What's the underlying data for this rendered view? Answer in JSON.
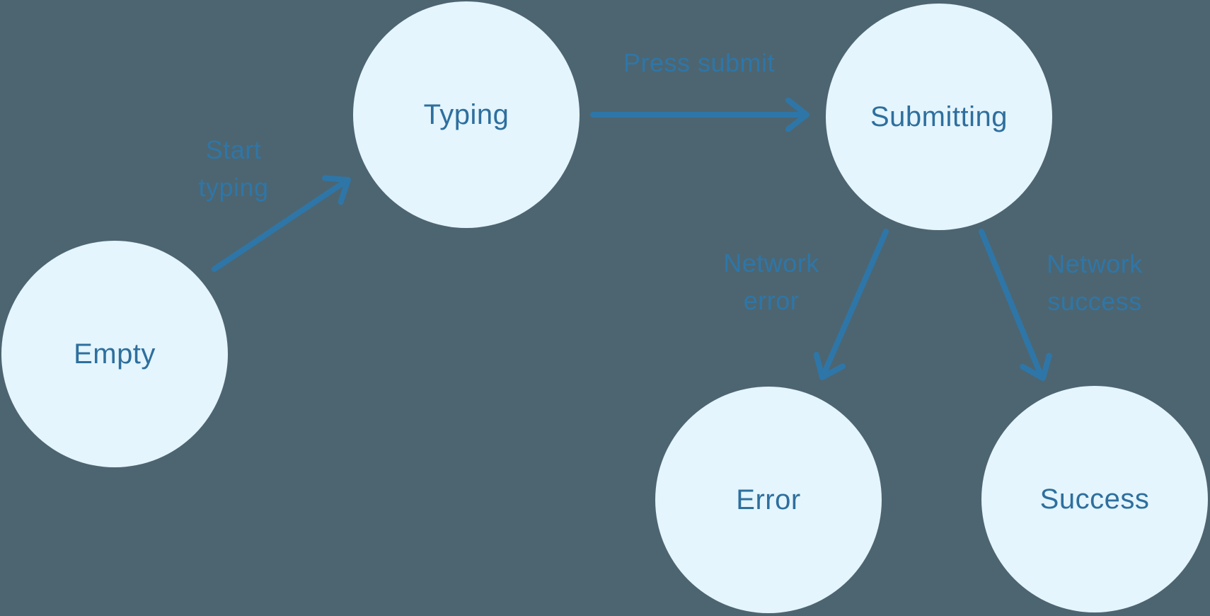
{
  "colors": {
    "background": "#4D6570",
    "node_fill": "#E4F5FE",
    "node_text": "#2E6F9D",
    "arrow": "#2E76A8"
  },
  "nodes": [
    {
      "id": "empty",
      "label": "Empty"
    },
    {
      "id": "typing",
      "label": "Typing"
    },
    {
      "id": "submitting",
      "label": "Submitting"
    },
    {
      "id": "error",
      "label": "Error"
    },
    {
      "id": "success",
      "label": "Success"
    }
  ],
  "edges": [
    {
      "from": "Empty",
      "to": "Typing",
      "label": [
        "Start",
        "typing"
      ]
    },
    {
      "from": "Typing",
      "to": "Submitting",
      "label": [
        "Press submit"
      ]
    },
    {
      "from": "Submitting",
      "to": "Error",
      "label": [
        "Network",
        "error"
      ]
    },
    {
      "from": "Submitting",
      "to": "Success",
      "label": [
        "Network",
        "success"
      ]
    }
  ]
}
